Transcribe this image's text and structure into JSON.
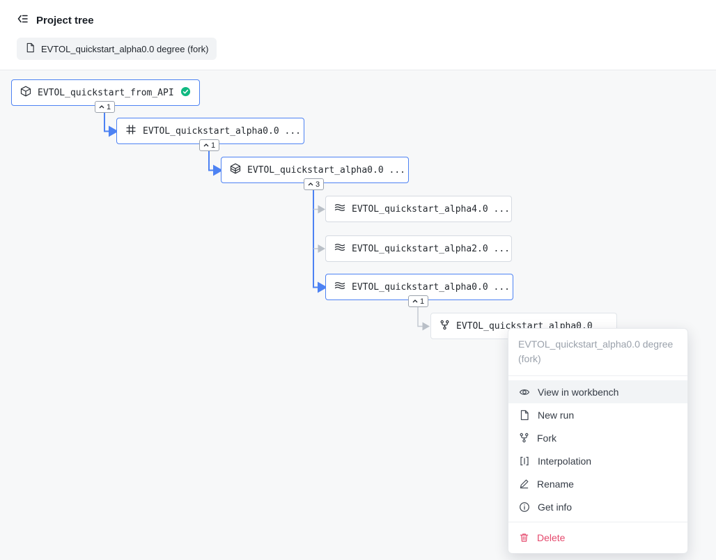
{
  "header": {
    "title": "Project tree",
    "breadcrumb_chip": "EVTOL_quickstart_alpha0.0 degree (fork)"
  },
  "tree": {
    "nodes": [
      {
        "label": "EVTOL_quickstart_from_API",
        "icon": "cube-icon",
        "checked": true,
        "badge": "1"
      },
      {
        "label": "EVTOL_quickstart_alpha0.0 ...",
        "icon": "grid-icon",
        "checked": false,
        "badge": "1"
      },
      {
        "label": "EVTOL_quickstart_alpha0.0 ...",
        "icon": "layers-icon",
        "checked": true,
        "badge": "3"
      },
      {
        "label": "EVTOL_quickstart_alpha4.0 ...",
        "icon": "waves-icon",
        "checked": false,
        "badge": ""
      },
      {
        "label": "EVTOL_quickstart_alpha2.0 ...",
        "icon": "waves-icon",
        "checked": true,
        "badge": ""
      },
      {
        "label": "EVTOL_quickstart_alpha0.0 ...",
        "icon": "waves-icon",
        "checked": false,
        "badge": "1"
      },
      {
        "label": "EVTOL_quickstart_alpha0.0",
        "icon": "fork-icon",
        "checked": false,
        "badge": ""
      }
    ]
  },
  "context_menu": {
    "header": "EVTOL_quickstart_alpha0.0 degree (fork)",
    "items": [
      {
        "label": "View in workbench",
        "icon": "eye-icon"
      },
      {
        "label": "New run",
        "icon": "file-icon"
      },
      {
        "label": "Fork",
        "icon": "fork-icon"
      },
      {
        "label": "Interpolation",
        "icon": "interpolation-icon"
      },
      {
        "label": "Rename",
        "icon": "pencil-icon"
      },
      {
        "label": "Get info",
        "icon": "info-icon"
      },
      {
        "label": "Delete",
        "icon": "trash-icon"
      }
    ]
  },
  "colors": {
    "accent_blue": "#4d82f3",
    "success_green": "#10b981",
    "danger_pink": "#e5496d",
    "canvas_background": "#f7f8f9"
  }
}
